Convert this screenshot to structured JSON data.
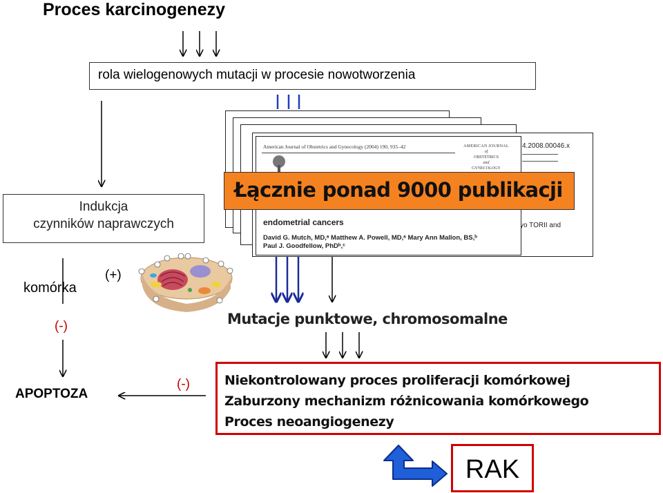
{
  "title": "Proces karcinogenezy",
  "top_box": "rola wielogenowych mutacji w procesie nowotworzenia",
  "induction": {
    "line1": "Indukcja",
    "line2": "czynników naprawczych"
  },
  "cell_label": "komórka",
  "plus_label": "(+)",
  "minus_left": "(-)",
  "apoptosis": "APOPTOZA",
  "minus_arrow": "(-)",
  "publications": "Łącznie ponad 9000 publikacji",
  "paper": {
    "journal": "American Journal of Obstetrics and Gynecology (2004) 190, 935–42",
    "journal_logo": [
      "AMERICAN JOURNAL",
      "of",
      "OBSTETRICS",
      "and",
      "GYNECOLOGY"
    ],
    "doi": "4.2008.00046.x",
    "subtitle": "endometrial cancers",
    "authors1": "David G. Mutch, MD,ᵃ Matthew A. Powell, MD,ᵃ Mary Ann Mallon, BS,ᵇ",
    "authors2": "Paul J. Goodfellow, PhDᵇ,ᶜ",
    "side_text": "yo TORII and"
  },
  "mutations": "Mutacje punktowe, chromosomalne",
  "effects": [
    "Niekontrolowany proces proliferacji komórkowej",
    "Zaburzony mechanizm różnicowania komórkowego",
    "Proces neoangiogenezy"
  ],
  "result": "RAK",
  "colors": {
    "red": "#d00000",
    "orange": "#f58220",
    "blue_arrow": "#1f3fbf",
    "dark_blue_arrow": "#1a2a9a"
  }
}
